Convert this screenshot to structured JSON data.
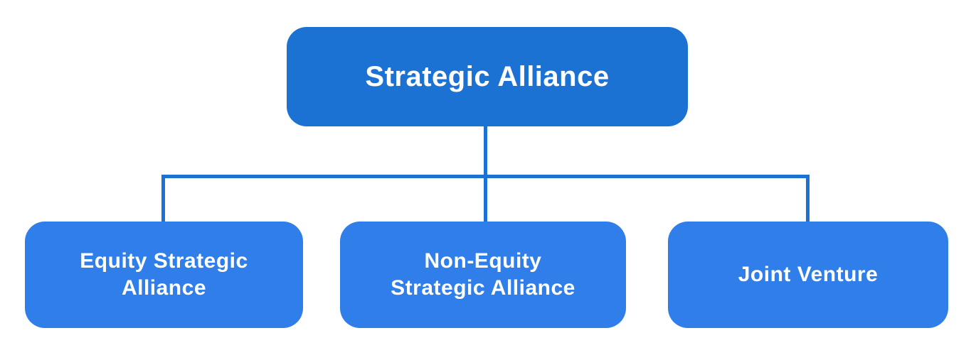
{
  "diagram": {
    "type": "hierarchy",
    "root": {
      "label": "Strategic Alliance"
    },
    "children": [
      {
        "label": "Equity Strategic\nAlliance"
      },
      {
        "label": "Non-Equity\nStrategic Alliance"
      },
      {
        "label": "Joint Venture"
      }
    ],
    "colors": {
      "root_fill": "#1c72d3",
      "child_fill": "#2f7ee9",
      "connector": "#1c72d3",
      "text": "#ffffff",
      "background": "#ffffff"
    }
  }
}
